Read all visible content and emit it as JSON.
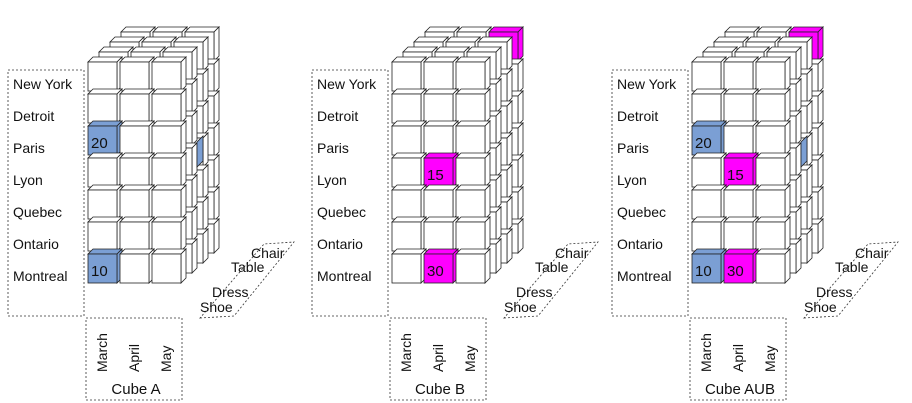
{
  "colors": {
    "cell_default": "#ffffff",
    "cell_stroke": "#222222",
    "cell_blue": "#7b9fd4",
    "cell_magenta": "#ff00ff",
    "box_stroke": "#333333"
  },
  "cities": [
    "New York",
    "Detroit",
    "Paris",
    "Lyon",
    "Quebec",
    "Ontario",
    "Montreal"
  ],
  "months": [
    "March",
    "April",
    "May"
  ],
  "products": [
    "Shoe",
    "Dress",
    "Table",
    "Chair"
  ],
  "cubes": [
    {
      "title": "Cube A",
      "cells": [
        {
          "city": "Paris",
          "month": "March",
          "value": "20",
          "color": "blue"
        },
        {
          "city": "Montreal",
          "month": "March",
          "value": "10",
          "color": "blue"
        }
      ],
      "side_marks": [
        {
          "city": "Lyon",
          "product_depth": 2,
          "color": "blue"
        }
      ],
      "top_marks": []
    },
    {
      "title": "Cube B",
      "cells": [
        {
          "city": "Lyon",
          "month": "April",
          "value": "15",
          "color": "magenta"
        },
        {
          "city": "Montreal",
          "month": "April",
          "value": "30",
          "color": "magenta"
        }
      ],
      "side_marks": [],
      "top_marks": [
        {
          "col": 3,
          "depth": 3,
          "color": "magenta"
        }
      ]
    },
    {
      "title": "Cube AUB",
      "cells": [
        {
          "city": "Paris",
          "month": "March",
          "value": "20",
          "color": "blue"
        },
        {
          "city": "Lyon",
          "month": "April",
          "value": "15",
          "color": "magenta"
        },
        {
          "city": "Montreal",
          "month": "March",
          "value": "10",
          "color": "blue"
        },
        {
          "city": "Montreal",
          "month": "April",
          "value": "30",
          "color": "magenta"
        }
      ],
      "side_marks": [
        {
          "city": "Lyon",
          "product_depth": 2,
          "color": "blue"
        }
      ],
      "top_marks": [
        {
          "col": 3,
          "depth": 3,
          "color": "magenta"
        }
      ]
    }
  ]
}
